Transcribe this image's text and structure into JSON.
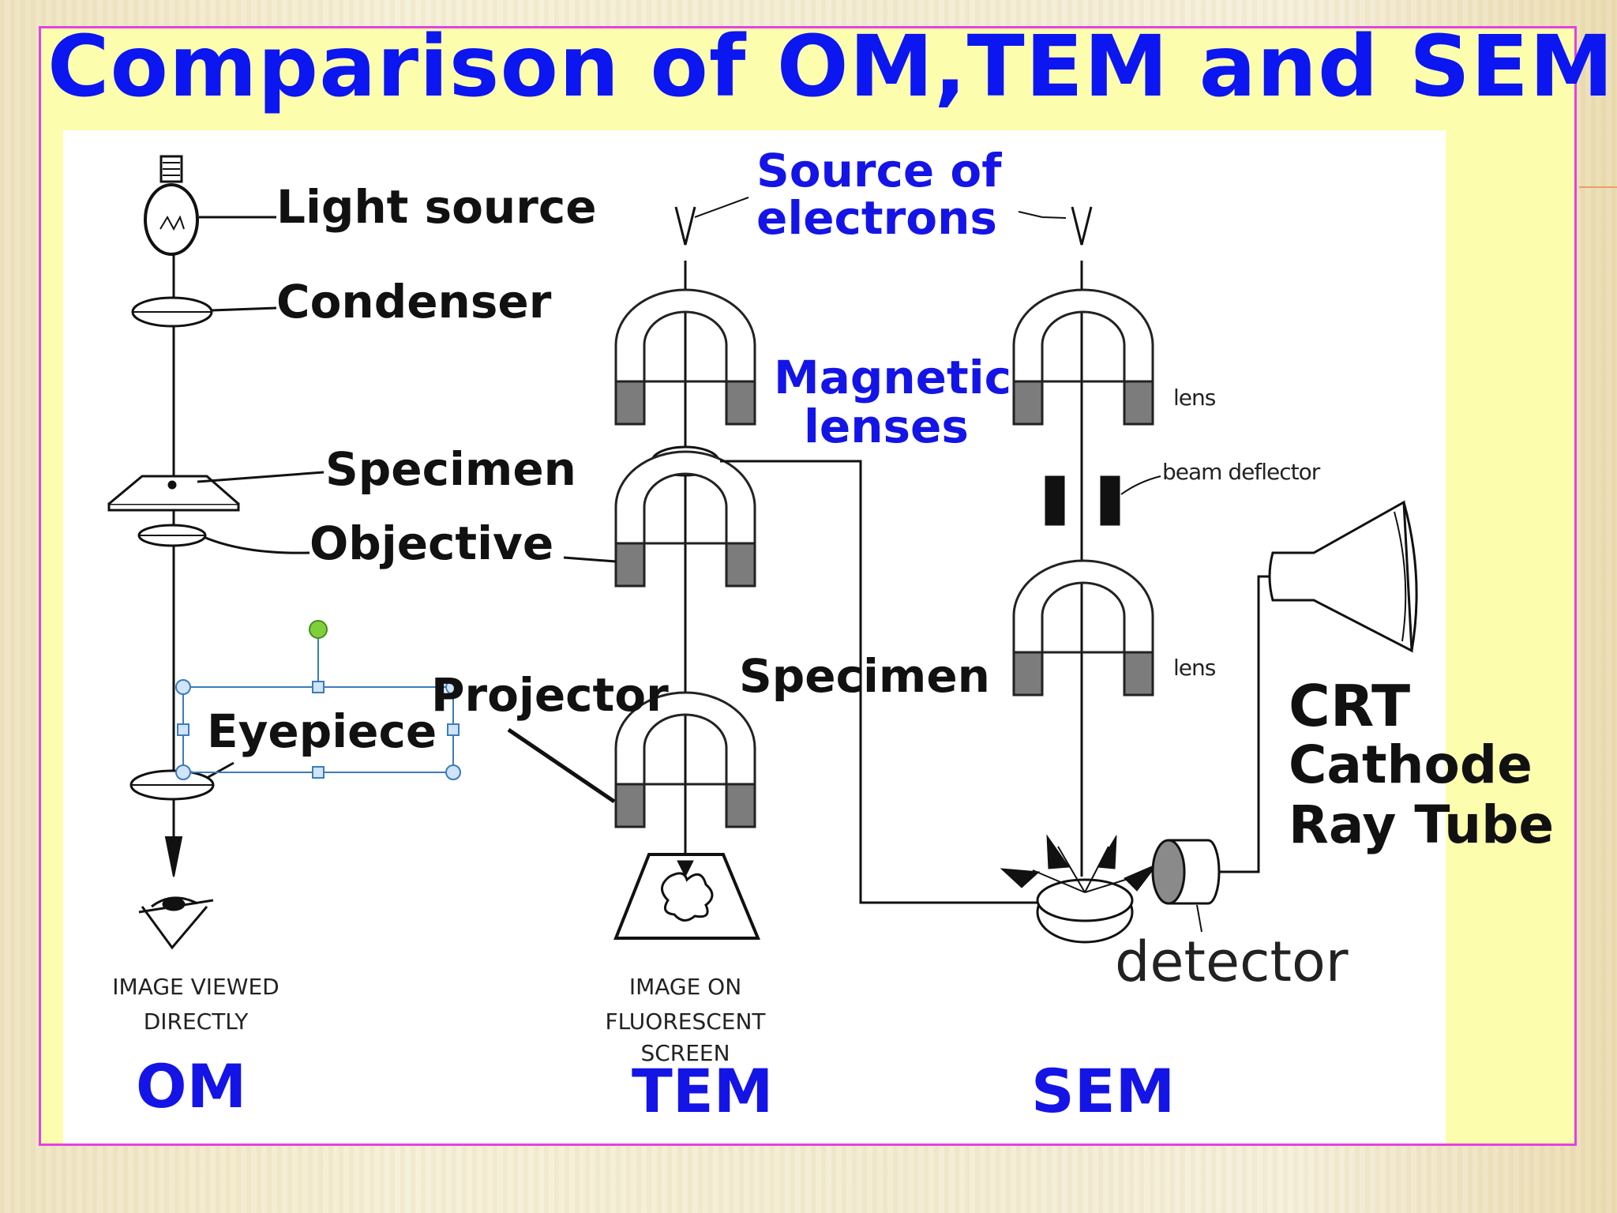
{
  "title": "Comparison of OM,TEM and SEM",
  "om": {
    "light_source": "Light source",
    "condenser": "Condenser",
    "specimen": "Specimen",
    "objective": "Objective",
    "eyepiece": "Eyepiece",
    "caption_line1": "IMAGE VIEWED",
    "caption_line2": "DIRECTLY",
    "column_label": "OM"
  },
  "tem": {
    "projector": "Projector",
    "caption_line1": "IMAGE ON",
    "caption_line2": "FLUORESCENT",
    "caption_line3": "SCREEN",
    "column_label": "TEM"
  },
  "shared": {
    "source_line1": "Source of",
    "source_line2": "electrons",
    "magnetic_line1": "Magnetic",
    "magnetic_line2": "lenses",
    "specimen": "Specimen"
  },
  "sem": {
    "lens_top": "lens",
    "beam_deflector": "beam deflector",
    "lens_bottom": "lens",
    "crt": "CRT",
    "crt_line1": "Cathode",
    "crt_line2": "Ray Tube",
    "detector": "detector",
    "column_label": "SEM"
  },
  "colors": {
    "title": "#0b16f0",
    "blue_labels": "#1414e6",
    "frame_border": "#e044e0",
    "slide_fill": "#fdfdae",
    "selection_handle": "#7fcf3a"
  }
}
